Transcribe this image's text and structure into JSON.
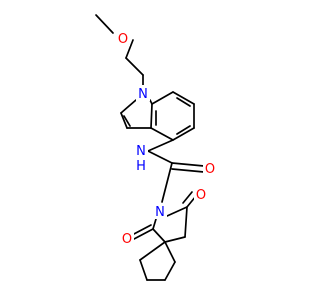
{
  "colors": {
    "carbon": "#000000",
    "nitrogen": "#0000ff",
    "oxygen": "#ff0000",
    "background": "#ffffff"
  },
  "atoms": {
    "o_methoxy": "O",
    "n_indole": "N",
    "nh_amide": "N",
    "h_amide": "H",
    "o_amide": "O",
    "n_imide": "N",
    "o_imide_top": "O",
    "o_imide_bottom": "O"
  }
}
